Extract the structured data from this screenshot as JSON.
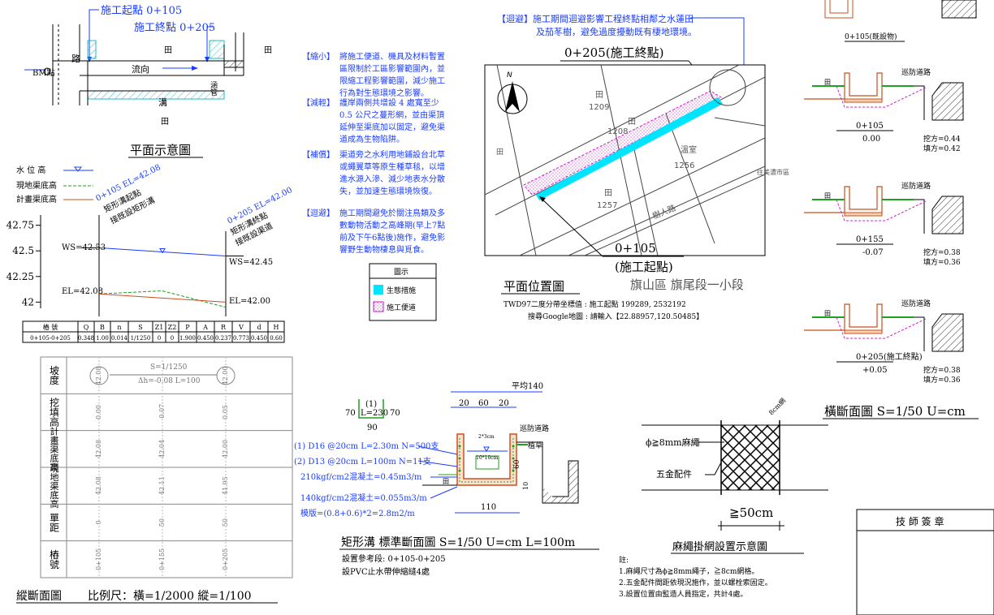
{
  "plan_schematic": {
    "start_label": "施工起點 0+105",
    "end_label": "施工終點 0+205",
    "road": "路",
    "field_top_a": "田",
    "field_top_b": "田",
    "flow": "流向",
    "bm": "BM點",
    "culvert": "涵管",
    "ditch": "溝",
    "field_bottom": "田",
    "title": "平面示意圖"
  },
  "legend": {
    "water_level": "水 位 高",
    "existing_bottom": "現地渠底高",
    "design_bottom": "計畫渠底高"
  },
  "profile_chart": {
    "yticks": [
      "42.75",
      "42.5",
      "42.25",
      "42"
    ],
    "left_note_1": "0+105 EL=42.08",
    "left_note_2": "矩形溝起點",
    "left_note_3": "接既設矩形溝",
    "right_note_1": "0+205 EL=42.00",
    "right_note_2": "矩形溝終點",
    "right_note_3": "接既設渠道",
    "ws_left": "WS=42.53",
    "ws_right": "WS=42.45",
    "el_left": "EL=42.08",
    "el_right": "EL=42.00"
  },
  "chart_data": {
    "type": "line",
    "x": [
      "0+105",
      "0+155",
      "0+205"
    ],
    "series": [
      {
        "name": "水 位 高",
        "values": [
          42.53,
          42.49,
          42.45
        ]
      },
      {
        "name": "現地渠底高",
        "values": [
          42.08,
          42.11,
          41.95
        ]
      },
      {
        "name": "計畫渠底高",
        "values": [
          42.08,
          42.04,
          42.0
        ]
      }
    ],
    "yticks": [
      42.75,
      42.5,
      42.25,
      42
    ],
    "ylim": [
      41.9,
      42.85
    ]
  },
  "hydraulic_table": {
    "headers": [
      "樁 號",
      "Q",
      "B",
      "n",
      "S",
      "Z1",
      "Z2",
      "P",
      "A",
      "R",
      "V",
      "d",
      "H"
    ],
    "row": [
      "0+105-0+205",
      "0.348",
      "1.00",
      "0.014",
      "1/1250",
      "0",
      "0",
      "1.900",
      "0.450",
      "0.237",
      "0.773",
      "0.450",
      "0.60"
    ]
  },
  "longitudinal": {
    "slope_text": "S=1/1250",
    "dh_text": "Δh=-0.08  L=100",
    "circle_left": "42.08",
    "circle_right": "42.00",
    "rows": [
      {
        "label": "坡度",
        "values": [
          "",
          "",
          ""
        ]
      },
      {
        "label": "挖填高",
        "values": [
          "0.00",
          "-0.07",
          "0.05"
        ]
      },
      {
        "label": "計畫渠底高",
        "values": [
          "42.08",
          "42.04",
          "42.00"
        ]
      },
      {
        "label": "現地渠底高",
        "values": [
          "42.08",
          "42.11",
          "41.95"
        ]
      },
      {
        "label": "單距",
        "values": [
          "0",
          "50",
          "50"
        ]
      },
      {
        "label": "樁號",
        "values": [
          "0+105",
          "0+155",
          "0+205"
        ]
      }
    ],
    "title": "縱斷面圖",
    "scale": "比例尺：橫=1/2000  縱=1/100"
  },
  "measures": [
    {
      "tag": "【縮小】",
      "lines": [
        "將施工便道、機具及材料暫置",
        "區限制於工區影響範圍內，並",
        "限縮工程影響範圍，減少施工",
        "行為對生態環境之影響。"
      ]
    },
    {
      "tag": "【減輕】",
      "lines": [
        "護岸兩側共增設 4 處寬至少",
        "0.5 公尺之蔓形網，並由渠頂",
        "延伸至渠底加以固定，避免渠",
        "道成為生物陷阱。"
      ]
    },
    {
      "tag": "【補償】",
      "lines": [
        "渠道旁之水利用地鋪設台北草",
        "或蠅翼草等原生種草毯，以增",
        "進水源入滲、減少地表水分散",
        "失，並加速生態環境恢復。"
      ]
    },
    {
      "tag": "【迴避】",
      "lines": [
        "施工期間避免於關注鳥類及多",
        "數動物活動之高峰期(早上7點",
        "前及下午6點後)施作，避免影",
        "響野生動物棲息與覓食。"
      ]
    }
  ],
  "avoid_note": {
    "line1": "【迴避】施工期間迴避影響工程終點相鄰之水蓮田",
    "line2": "及茄苳樹，避免過度擾動既有棲地環境。"
  },
  "site_map": {
    "end_label": "0+205(施工終點)",
    "start_label": "0+105",
    "start_sub": "(施工起點)",
    "lots": [
      "田",
      "1209",
      "田",
      "1208",
      "溫室",
      "1256",
      "田",
      "1257",
      "樹人路"
    ],
    "side_label": "往美濃市區",
    "title": "平面位置圖",
    "district": "旗山區 旗尾段一小段",
    "coord_line": "TWD97二度分帶坐標值 : 施工起點 199289, 2532192",
    "google_line": "搜尋Google地圖 : 請輸入【22.88957,120.50485】"
  },
  "map_legend": {
    "title": "圖示",
    "item1": "生態措施",
    "item2": "施工便道"
  },
  "top_right": {
    "label": "0+105(既設物)"
  },
  "cross_sections": [
    {
      "station": "0+105",
      "value": "0.00",
      "cut": "挖方=0.44",
      "fill": "填方=0.42",
      "field": "田",
      "road": "巡防道路"
    },
    {
      "station": "0+155",
      "value": "-0.07",
      "cut": "挖方=0.38",
      "fill": "填方=0.36",
      "field": "田",
      "road": "巡防道路"
    },
    {
      "station": "0+205(施工終點)",
      "value": "+0.05",
      "cut": "挖方=0.38",
      "fill": "填方=0.36",
      "field": "田",
      "road": "巡防道路"
    }
  ],
  "cross_title": "橫斷面圖 S=1/50 U=cm",
  "rect_section": {
    "avg": "平均140",
    "dims_top": [
      "20",
      "60",
      "20"
    ],
    "rebar_key": "(1)",
    "rebar_len": "L=230",
    "rebar_l": "70",
    "rebar_r": "70",
    "rebar_b": "90",
    "line1": "(1) D16 @20cm L=2.30m N=500支",
    "line2": "(2) D13 @20cm L=100m N=11支",
    "line3": "210kgf/cm2混凝土=0.45m3/m",
    "line4": "140kgf/cm2混凝土=0.055m3/m",
    "line5": "模版=(0.8+0.6)*2=2.8m2/m",
    "road": "巡防道路",
    "grass": "植草",
    "field": "田",
    "width": "110",
    "pipe": "10*10cm",
    "d60": "60",
    "d10": "10",
    "d2x": "2*3cm",
    "title": "矩形溝 標準斷面圖 S=1/50 U=cm L=100m",
    "note1": "設置參考段: 0+105-0+205",
    "note2": "設PVC止水帶伸縮縫4處"
  },
  "rope_net": {
    "rope": "ϕ≧8mm麻繩",
    "hardware": "五金配件",
    "spacing": "≧50cm",
    "mesh": "8cm網",
    "title": "麻繩掛網設置示意圖",
    "notes_head": "註:",
    "notes": [
      "1.麻繩尺寸為ϕ≧8mm繩子，≧8cm網格。",
      "2.五金配件間距依現況施作，並以螺栓索固定。",
      "3.設置位置由監造人員指定，共計4處。"
    ]
  },
  "stamp": {
    "title": "技 師 簽 章"
  },
  "colors": {
    "blue": "#1a3cff",
    "green": "#1fa01f",
    "orange": "#c8501e",
    "cyan": "#00e5ff",
    "magenta": "#d01ad0",
    "grid": "#999999"
  }
}
